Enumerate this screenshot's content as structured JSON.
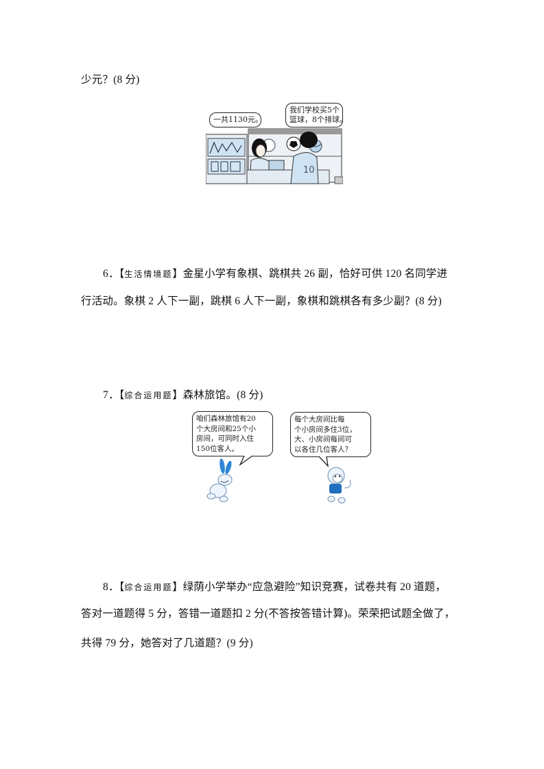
{
  "q5_tail": {
    "text": "少元？(8 分)",
    "illustration": {
      "bubble_left": "一共1130元。",
      "bubble_right_line1": "我们学校买5个",
      "bubble_right_line2": "篮球，8个排球。",
      "jersey_number": "10"
    }
  },
  "q6": {
    "number": "6．",
    "tag_open": "【",
    "tag": "生活情境题",
    "tag_close": "】",
    "line1": "金星小学有象棋、跳棋共 26 副，恰好可供 120 名同学进",
    "line2": "行活动。象棋 2 人下一副，跳棋 6 人下一副，象棋和跳棋各有多少副？(8 分)"
  },
  "q7": {
    "number": "7．",
    "tag_open": "【",
    "tag": "综合运用题",
    "tag_close": "】",
    "text": "森林旅馆。(8 分)",
    "illustration": {
      "bubble_left_lines": [
        "咱们森林旅馆有20",
        "个大房间和25个小",
        "房间，可同时入住",
        "150位客人。"
      ],
      "bubble_right_lines": [
        "每个大房间比每",
        "个小房间多住3位，",
        "大、小房间每间可",
        "以各住几位客人？"
      ]
    }
  },
  "q8": {
    "number": "8．",
    "tag_open": "【",
    "tag": "综合运用题",
    "tag_close": "】",
    "line1": "绿荫小学举办“应急避险”知识竞赛，试卷共有 20 道题，",
    "line2": "答对一道题得 5 分，答错一道题扣 2 分(不答按答错计算)。荣荣把试题全做了，",
    "line3": "共得 79 分，她答对了几道题？(9 分)"
  }
}
